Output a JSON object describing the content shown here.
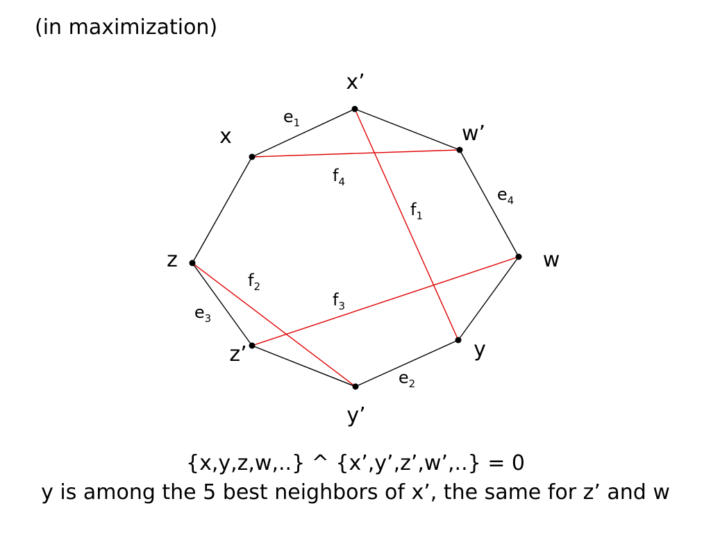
{
  "slide": {
    "heading": "(in maximization)",
    "caption_lines": [
      "{x,y,z,w,..} ^ {x’,y’,z’,w’,..} = 0",
      "y is among the 5 best neighbors of x’, the same for z’ and w"
    ]
  },
  "diagram": {
    "colors": {
      "tour_edge": "#000000",
      "exchange_edge": "#e00000",
      "node": "#000000"
    },
    "nodes": [
      {
        "id": "x_prime",
        "label": "x’"
      },
      {
        "id": "w_prime",
        "label": "w’"
      },
      {
        "id": "w",
        "label": "w"
      },
      {
        "id": "y",
        "label": "y"
      },
      {
        "id": "y_prime",
        "label": "y’"
      },
      {
        "id": "z_prime",
        "label": "z’"
      },
      {
        "id": "z",
        "label": "z"
      },
      {
        "id": "x",
        "label": "x"
      }
    ],
    "tour_edges": [
      {
        "from": "x",
        "to": "x_prime",
        "label": {
          "base": "e",
          "sub": "1"
        }
      },
      {
        "from": "x_prime",
        "to": "w_prime",
        "label": null
      },
      {
        "from": "w_prime",
        "to": "w",
        "label": {
          "base": "e",
          "sub": "4"
        }
      },
      {
        "from": "w",
        "to": "y",
        "label": null
      },
      {
        "from": "y",
        "to": "y_prime",
        "label": {
          "base": "e",
          "sub": "2"
        }
      },
      {
        "from": "y_prime",
        "to": "z_prime",
        "label": null
      },
      {
        "from": "z_prime",
        "to": "z",
        "label": {
          "base": "e",
          "sub": "3"
        }
      },
      {
        "from": "z",
        "to": "x",
        "label": null
      }
    ],
    "exchange_edges": [
      {
        "from": "x",
        "to": "w_prime",
        "label": {
          "base": "f",
          "sub": "4"
        }
      },
      {
        "from": "x_prime",
        "to": "y",
        "label": {
          "base": "f",
          "sub": "1"
        }
      },
      {
        "from": "w",
        "to": "z_prime",
        "label": {
          "base": "f",
          "sub": "3"
        }
      },
      {
        "from": "z",
        "to": "y_prime",
        "label": {
          "base": "f",
          "sub": "2"
        }
      }
    ]
  }
}
